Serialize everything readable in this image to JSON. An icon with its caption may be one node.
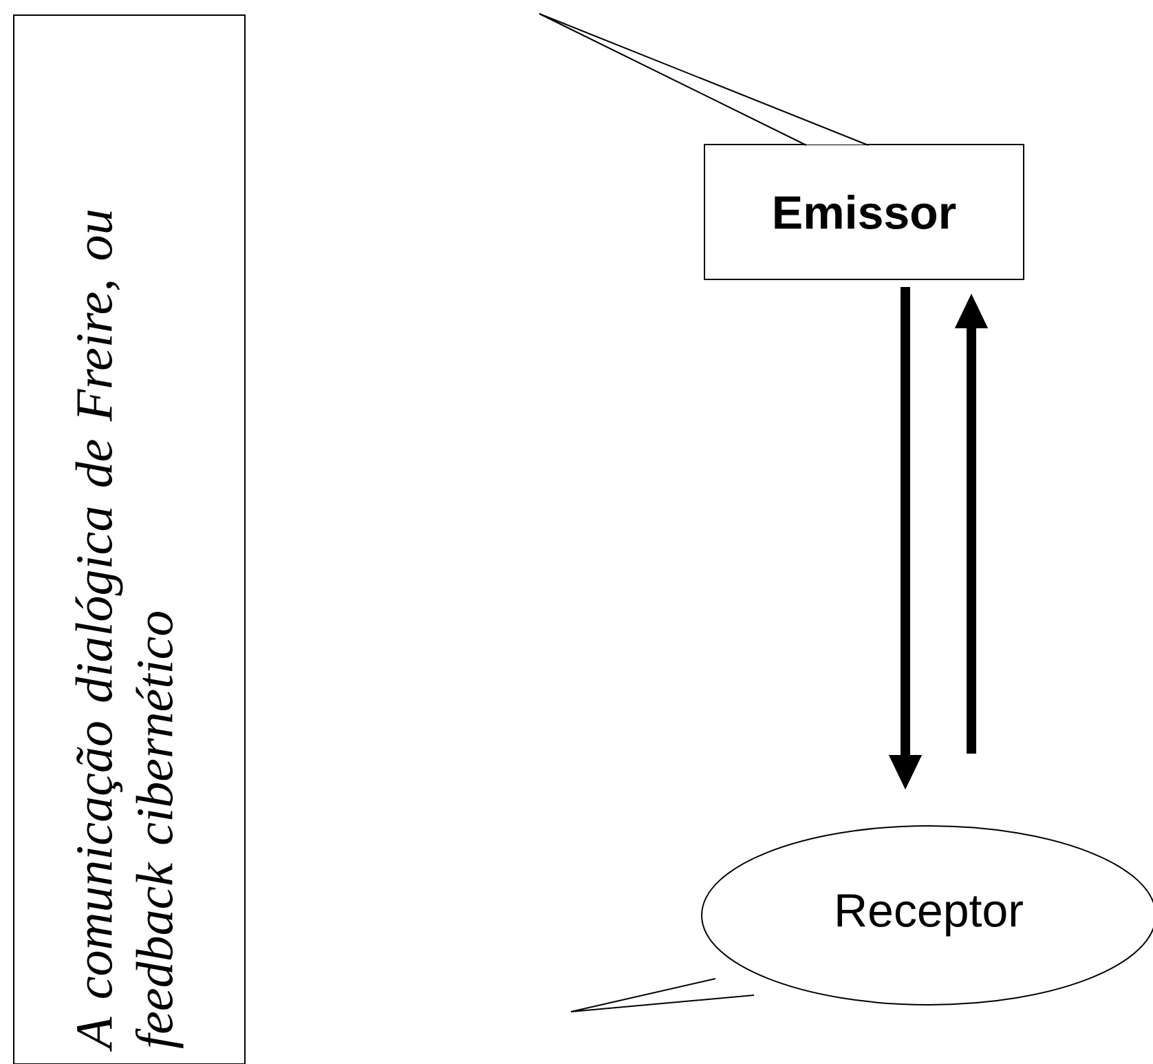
{
  "diagram": {
    "nodes": [
      {
        "text": [
          "A comunicação dialógica de Freire, ou feedback cibernético"
        ]
      },
      {
        "text": [
          "Emissor"
        ]
      },
      {
        "text": [
          "Receptor"
        ]
      }
    ],
    "edges": [
      {
        "from": 1,
        "to": 2,
        "arrow": "to"
      },
      {
        "from": 2,
        "to": 1,
        "arrow": "to"
      }
    ]
  }
}
